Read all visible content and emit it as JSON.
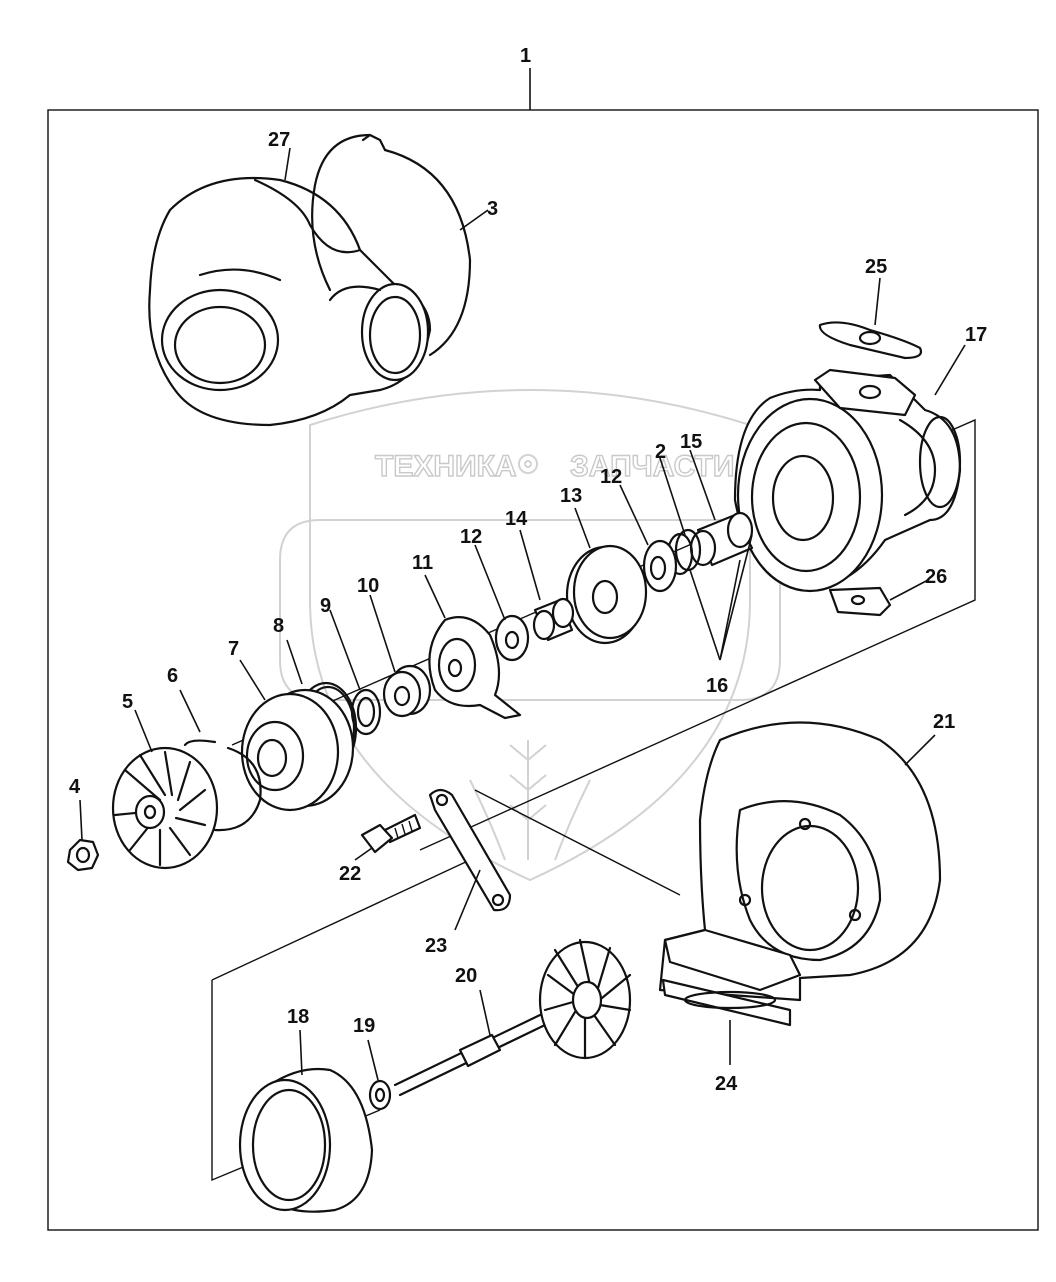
{
  "watermark": {
    "left_word": "ТЕХНИКА",
    "right_word": "ЗАПЧАСТИ"
  },
  "callouts": {
    "c1": "1",
    "c2": "2",
    "c3": "3",
    "c4": "4",
    "c5": "5",
    "c6": "6",
    "c7": "7",
    "c8": "8",
    "c9": "9",
    "c10": "10",
    "c11": "11",
    "c12a": "12",
    "c12b": "12",
    "c13": "13",
    "c14": "14",
    "c15": "15",
    "c16": "16",
    "c17": "17",
    "c18": "18",
    "c19": "19",
    "c20": "20",
    "c21": "21",
    "c22": "22",
    "c23": "23",
    "c24": "24",
    "c25": "25",
    "c26": "26",
    "c27": "27"
  }
}
